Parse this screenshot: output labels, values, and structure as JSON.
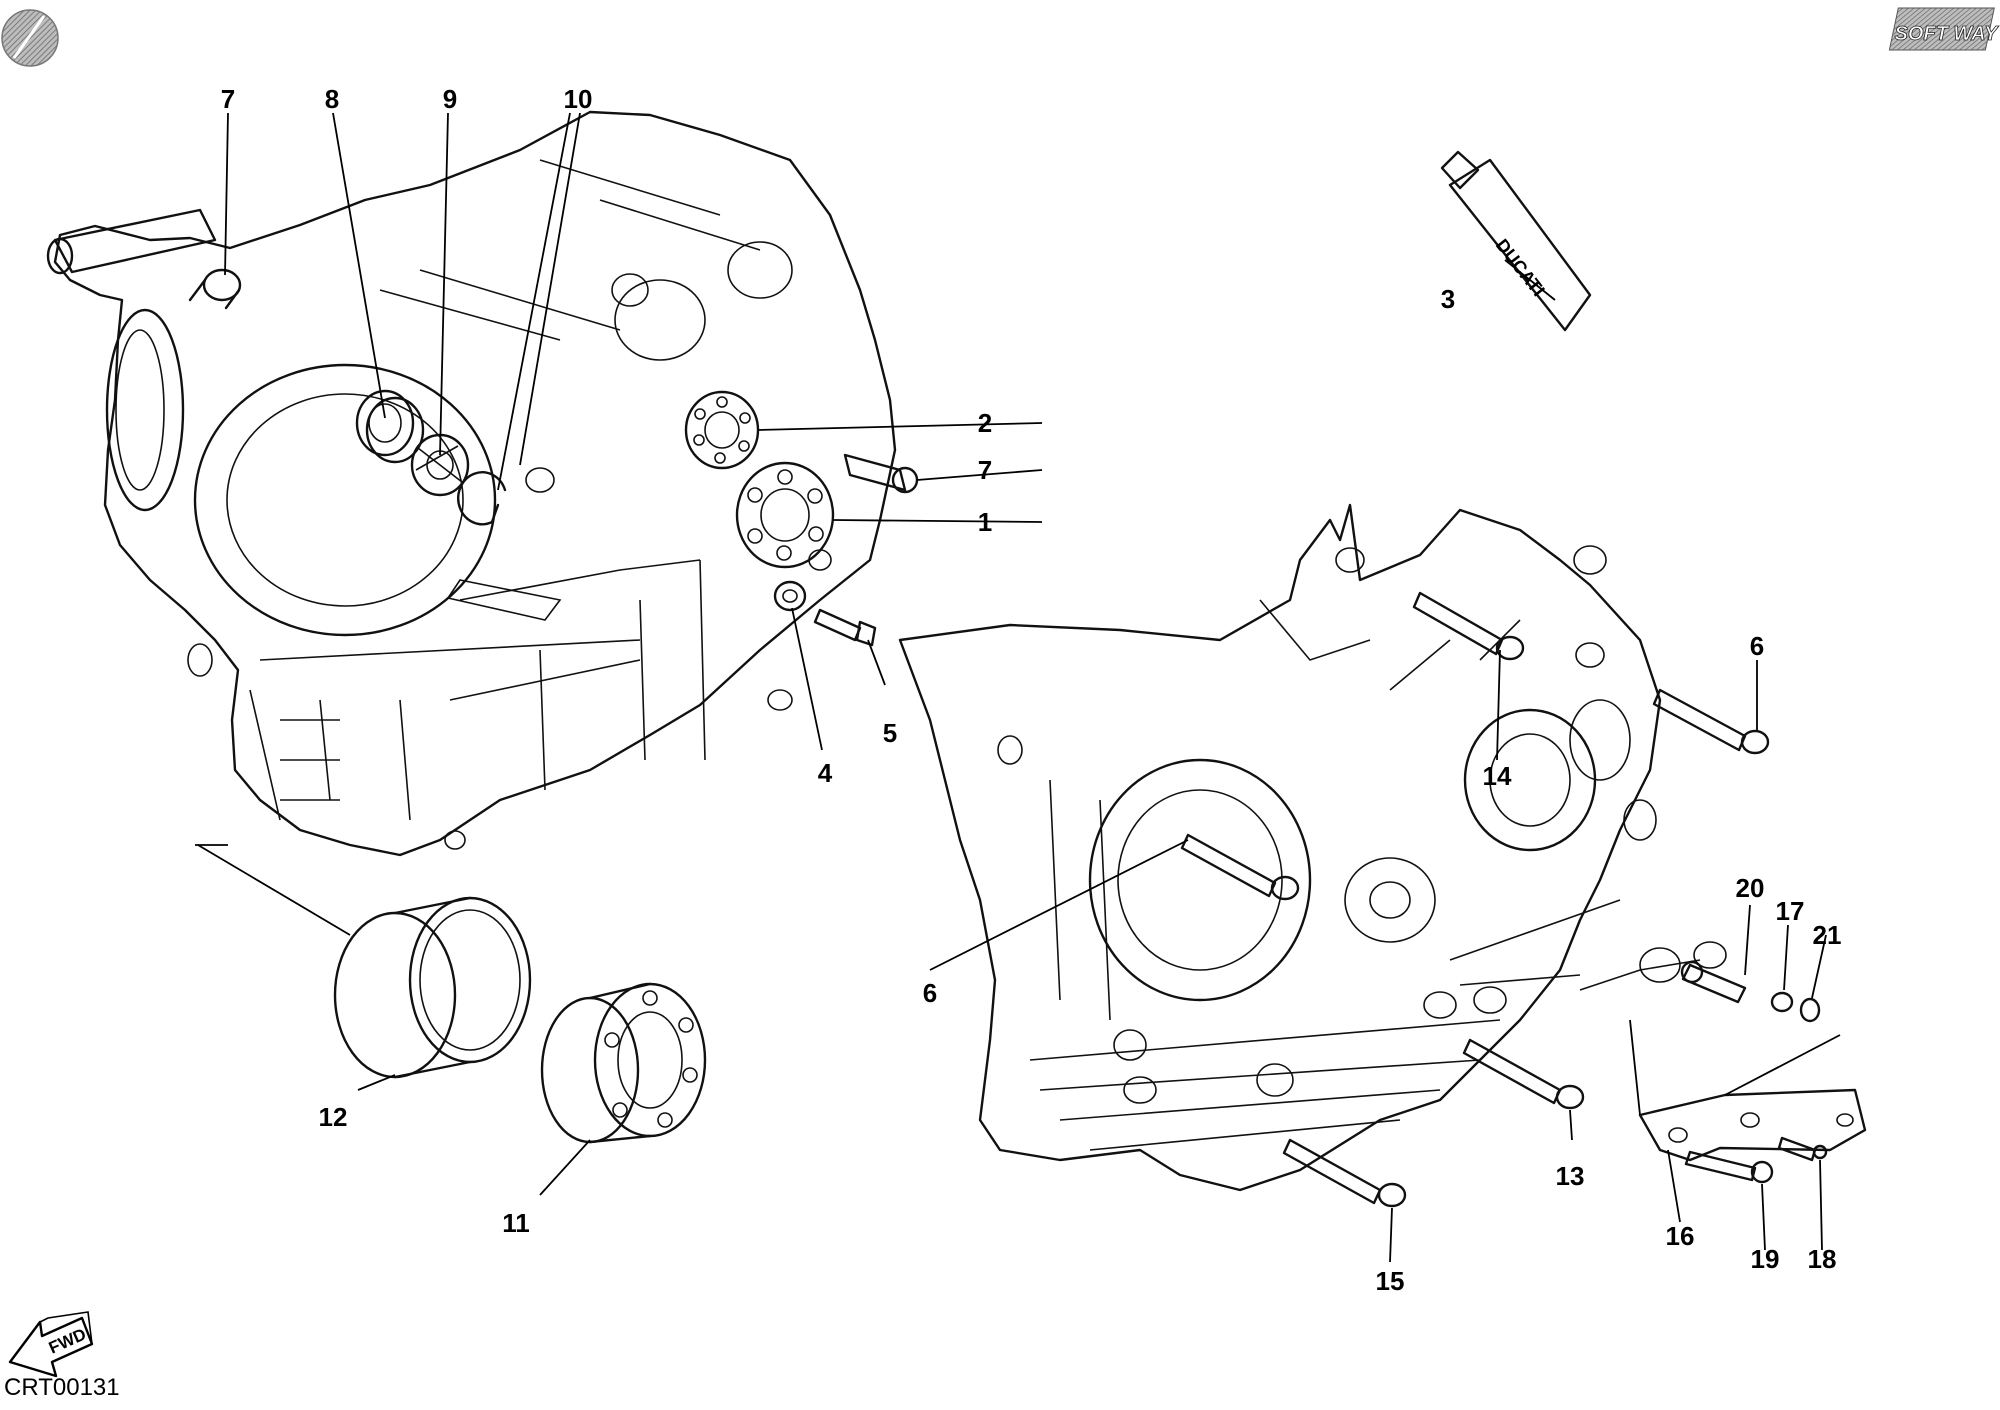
{
  "diagram": {
    "callouts": [
      {
        "id": "c7a",
        "label": "7"
      },
      {
        "id": "c8",
        "label": "8"
      },
      {
        "id": "c9",
        "label": "9"
      },
      {
        "id": "c10",
        "label": "10"
      },
      {
        "id": "c2",
        "label": "2"
      },
      {
        "id": "c7b",
        "label": "7"
      },
      {
        "id": "c1",
        "label": "1"
      },
      {
        "id": "c5",
        "label": "5"
      },
      {
        "id": "c4",
        "label": "4"
      },
      {
        "id": "c3",
        "label": "3"
      },
      {
        "id": "c12",
        "label": "12"
      },
      {
        "id": "c11",
        "label": "11"
      },
      {
        "id": "c6a",
        "label": "6"
      },
      {
        "id": "c6b",
        "label": "6"
      },
      {
        "id": "c14",
        "label": "14"
      },
      {
        "id": "c13",
        "label": "13"
      },
      {
        "id": "c15",
        "label": "15"
      },
      {
        "id": "c20",
        "label": "20"
      },
      {
        "id": "c17",
        "label": "17"
      },
      {
        "id": "c21",
        "label": "21"
      },
      {
        "id": "c16",
        "label": "16"
      },
      {
        "id": "c19",
        "label": "19"
      },
      {
        "id": "c18",
        "label": "18"
      }
    ],
    "tube_brand": "DUCATI",
    "logo_text": "SOFT WAY",
    "fwd_label": "FWD",
    "drawing_code": "CRT00131"
  },
  "colors": {
    "line": "#111111",
    "background": "#ffffff",
    "badge": "#9a9a9a"
  }
}
